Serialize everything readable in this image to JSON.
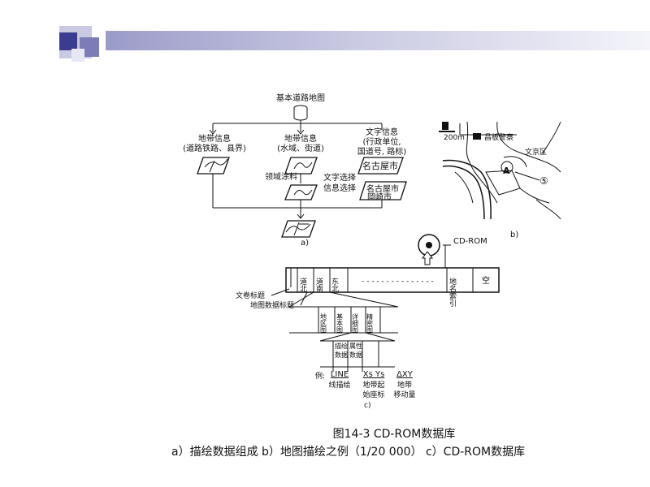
{
  "figure": {
    "caption_title": "图14-3  CD-ROM数据库",
    "caption_sub": "a）描绘数据组成  b）地图描绘之例（1/20 000）  c）CD-ROM数据库",
    "colors": {
      "bar_start": "#9b9bc9",
      "bar_end": "#f4f4fa",
      "square_dark": "#3b3b8f",
      "square_light": "#b9b9da"
    }
  },
  "diagram_a": {
    "root": "基本道路地图",
    "branch1": [
      "地带信息",
      "(道路铁路、县界)"
    ],
    "branch2": [
      "地带信息",
      "(水域、街道)"
    ],
    "branch3": [
      "文字信息",
      "(行政单位,",
      "国道号, 路标)"
    ],
    "fill_label": "领域涂料",
    "select_label": [
      "文字选择",
      "信息选择"
    ],
    "name1": "名古屋市",
    "name2": "名古屋市",
    "name3": "岡崎市",
    "label": "a)"
  },
  "diagram_b": {
    "scale": "200m",
    "place1": "昌板警察",
    "place2": "文京区",
    "marker_a": "A",
    "marker_num": "⑤",
    "label": "b)"
  },
  "diagram_c": {
    "cdrom": "CD-ROM",
    "cells": [
      "道北",
      "道南",
      "东北",
      "- - - - - - - - - - - - - - -",
      "地名索引",
      "空"
    ],
    "file_title": "文卷标题",
    "map_title": "地图数据标题",
    "sub_cells": [
      "地区图",
      "基本图",
      "详细图",
      "精密图"
    ],
    "data_cells": [
      "描绘数据",
      "属性数据"
    ],
    "example_label": "例:",
    "ex1": [
      "LINE",
      "线描绘"
    ],
    "ex2": [
      "Xs  Ys",
      "地带起",
      "始座标"
    ],
    "ex3": [
      "ΔXY",
      "地带",
      "移动量"
    ],
    "label": "c)"
  }
}
